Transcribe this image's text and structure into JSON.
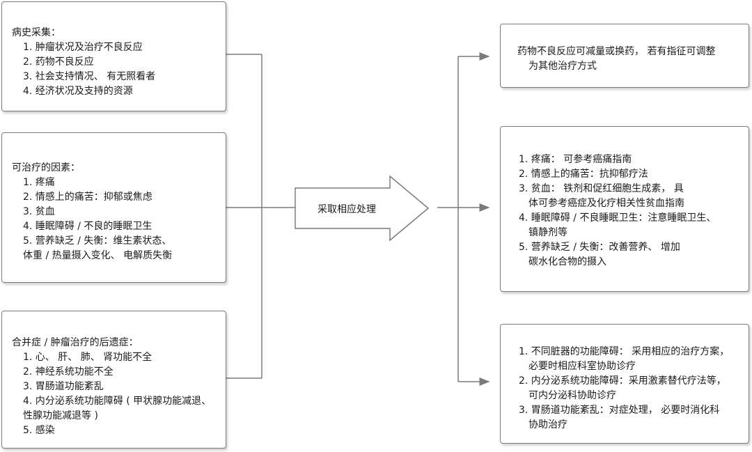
{
  "left_boxes": [
    {
      "title": "病史采集：",
      "items": [
        "1. 肿瘤状况及治疗不良反应",
        "2. 药物不良反应",
        "3. 社会支持情况、 有无照看者",
        "4. 经济状况及支持的资源"
      ]
    },
    {
      "title": "可治疗的因素：",
      "items": [
        "1. 疼痛",
        "2. 情感上的痛苦：抑郁或焦虑",
        "3. 贫血",
        "4. 睡眠障碍 / 不良的睡眠卫生",
        "5. 营养缺乏 / 失衡：维生素状态、",
        "体重 / 热量摄入变化、 电解质失衡"
      ]
    },
    {
      "title": "合并症 / 肿瘤治疗的后遗症：",
      "items": [
        "1. 心、 肝、 肺、 肾功能不全",
        "2. 神经系统功能不全",
        "3. 胃肠道功能紊乱",
        "4. 内分泌系统功能障碍 ( 甲状腺功能减退、",
        "性腺功能减退等 )",
        "5. 感染"
      ]
    }
  ],
  "center_arrow": {
    "label": "采取相应处理"
  },
  "right_boxes": [
    {
      "items": [
        "药物不良反应可减量或换药， 若有指征可调整",
        "为其他治疗方式"
      ]
    },
    {
      "items": [
        "1. 疼痛： 可参考癌痛指南",
        "2. 情感上的痛苦：抗抑郁疗法",
        "3. 贫血： 铁剂和促红细胞生成素， 具",
        "体可参考癌症及化疗相关性贫血指南",
        "4. 睡眠障碍 / 不良睡眠卫生：注意睡眠卫生、",
        "镇静剂等",
        "5. 营养缺乏 / 失衡：改善营养、 增加",
        "碳水化合物的摄入"
      ]
    },
    {
      "items": [
        "1. 不同脏器的功能障碍： 采用相应的治疗方案，",
        "必要时相应科室协助诊疗",
        "2. 内分泌系统功能障碍：采用激素替代疗法等，",
        "可内分泌科协助诊疗",
        "3. 胃肠道功能紊乱：对症处理， 必要时消化科",
        "协助治疗"
      ]
    }
  ]
}
